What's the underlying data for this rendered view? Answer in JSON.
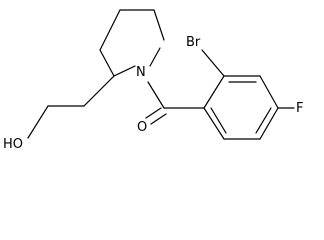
{
  "molecule": {
    "atoms": {
      "bromine": "Br",
      "fluorine": "F",
      "nitrogen": "N",
      "oxygen": "O",
      "hydroxyl": "HO"
    },
    "bond_color": "#000000"
  }
}
